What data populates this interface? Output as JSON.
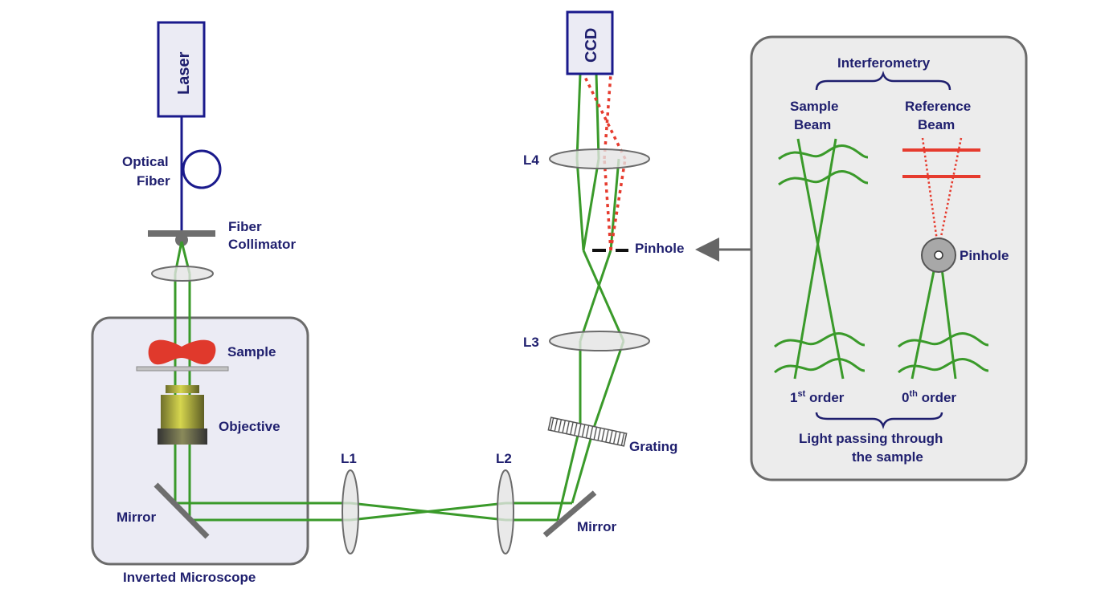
{
  "labels": {
    "laser": "Laser",
    "optical_fiber": [
      "Optical",
      "Fiber"
    ],
    "fiber_collimator": [
      "Fiber",
      "Collimator"
    ],
    "sample": "Sample",
    "objective": "Objective",
    "mirror_left": "Mirror",
    "inverted_microscope": "Inverted Microscope",
    "l1": "L1",
    "l2": "L2",
    "l3": "L3",
    "l4": "L4",
    "mirror_right": "Mirror",
    "grating": "Grating",
    "pinhole": "Pinhole",
    "ccd": "CCD"
  },
  "inset": {
    "title": "Interferometry",
    "sample_beam": [
      "Sample",
      "Beam"
    ],
    "reference_beam": [
      "Reference",
      "Beam"
    ],
    "pinhole": "Pinhole",
    "first_order": {
      "base": "1",
      "sup": "st",
      "rest": " order"
    },
    "zeroth_order": {
      "base": "0",
      "sup": "th",
      "rest": " order"
    },
    "light_passing": [
      "Light passing through",
      "the sample"
    ]
  },
  "colors": {
    "beam_green": "#3a9a2a",
    "reference_red": "#e63b2e",
    "label_navy": "#1f1f6e",
    "fiber_blue": "#1a1a8c",
    "box_fill": "#ebebf4",
    "inset_fill": "#ececec",
    "sample_red": "#e0392c",
    "objective_yellow": "#c9c94a"
  }
}
